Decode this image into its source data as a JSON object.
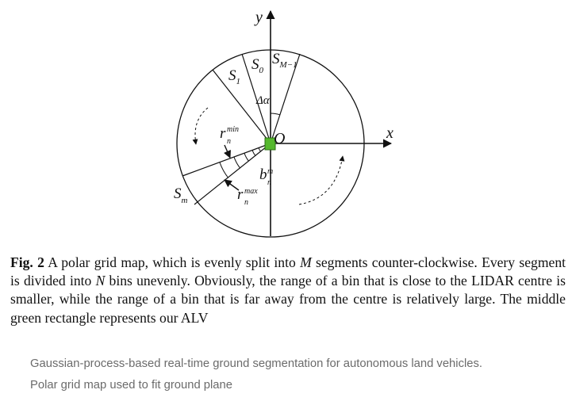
{
  "figure": {
    "axis_x_label": "x",
    "axis_y_label": "y",
    "origin_label": "O",
    "delta_alpha": "Δα",
    "segments": {
      "s0": {
        "base": "S",
        "sub": "0"
      },
      "s1": {
        "base": "S",
        "sub": "1"
      },
      "sm1": {
        "base": "S",
        "sub": "M−1"
      },
      "sm": {
        "base": "S",
        "sub": "m"
      }
    },
    "r_min": {
      "base": "r",
      "sup": "min",
      "sub": "n"
    },
    "r_max": {
      "base": "r",
      "sup": "max",
      "sub": "n"
    },
    "b_mn": {
      "base": "b",
      "sup": "m",
      "sub": "n"
    },
    "colors": {
      "stroke": "#111111",
      "vehicle_fill": "#55b82e",
      "vehicle_stroke": "#2b6e14"
    }
  },
  "caption": {
    "label": "Fig. 2",
    "seg1": " A polar grid map, which is evenly split into ",
    "var_m": "M",
    "seg2": " segments counter-clockwise. Every segment is divided into ",
    "var_n": "N",
    "seg3": " bins unevenly. Obviously, the range of a bin that is close to the LIDAR centre is smaller, while the range of a bin that is far away from the centre is relatively large. The middle green rectangle represents our ALV"
  },
  "footer": {
    "line1": "Gaussian-process-based real-time ground segmentation for autonomous land vehicles.",
    "line2": "Polar grid map used to fit ground plane"
  }
}
